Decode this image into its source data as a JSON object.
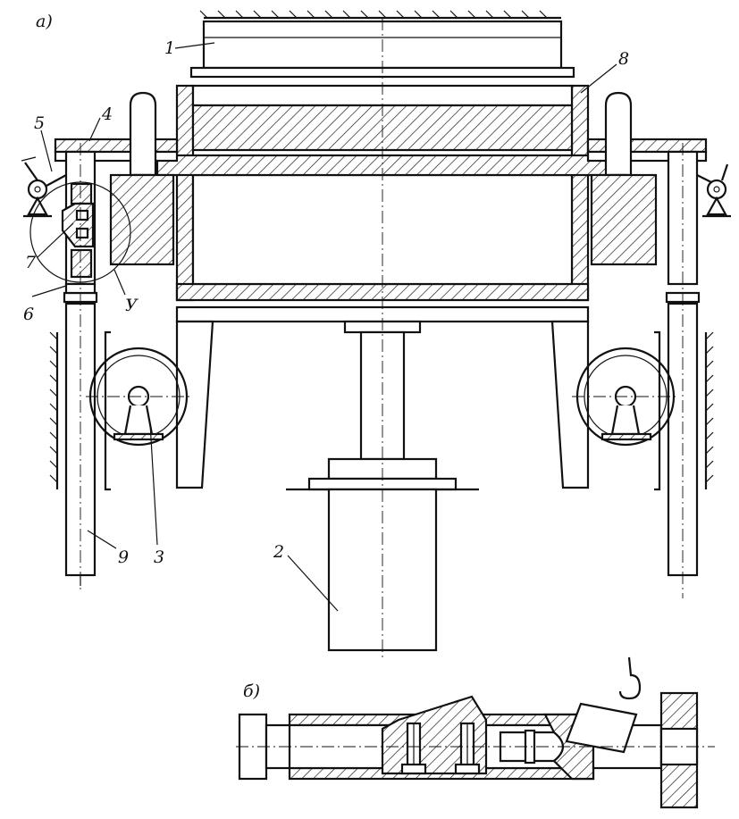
{
  "labels": {
    "view_a": "а)",
    "view_b": "б)",
    "n1": "1",
    "n2": "2",
    "n3": "3",
    "n4": "4",
    "n5": "5",
    "n6": "6",
    "n7": "7",
    "n8": "8",
    "n9": "9",
    "detail": "У"
  }
}
